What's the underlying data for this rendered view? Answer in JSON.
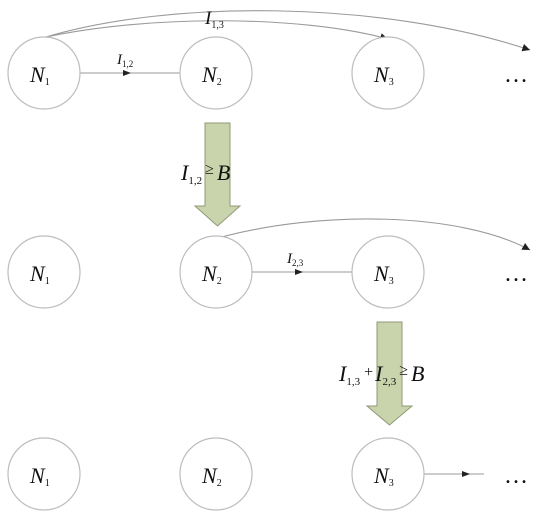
{
  "diagram": {
    "colors": {
      "node_stroke": "#bdbdbd",
      "edge": "#9a9a9a",
      "transition_arrow_fill": "#c9d4ad",
      "transition_arrow_stroke": "#8f9a77"
    },
    "rows": [
      {
        "nodes": [
          {
            "letter": "N",
            "sub": "1"
          },
          {
            "letter": "N",
            "sub": "2"
          },
          {
            "letter": "N",
            "sub": "3"
          }
        ],
        "ellipsis": "…",
        "edge_labels": [
          {
            "letter": "I",
            "sub": "1,2"
          },
          {
            "letter": "I",
            "sub": "1,3"
          }
        ]
      },
      {
        "nodes": [
          {
            "letter": "N",
            "sub": "1"
          },
          {
            "letter": "N",
            "sub": "2"
          },
          {
            "letter": "N",
            "sub": "3"
          }
        ],
        "ellipsis": "…",
        "edge_labels": [
          {
            "letter": "I",
            "sub": "2,3"
          }
        ]
      },
      {
        "nodes": [
          {
            "letter": "N",
            "sub": "1"
          },
          {
            "letter": "N",
            "sub": "2"
          },
          {
            "letter": "N",
            "sub": "3"
          }
        ],
        "ellipsis": "…"
      }
    ],
    "transitions": [
      {
        "condition": [
          {
            "letter": "I",
            "sub": "1,2"
          }
        ],
        "op": "≥",
        "rhs": "B"
      },
      {
        "condition": [
          {
            "letter": "I",
            "sub": "1,3"
          },
          {
            "letter": "I",
            "sub": "2,3"
          }
        ],
        "plus": "+",
        "op": "≥",
        "rhs": "B"
      }
    ]
  }
}
